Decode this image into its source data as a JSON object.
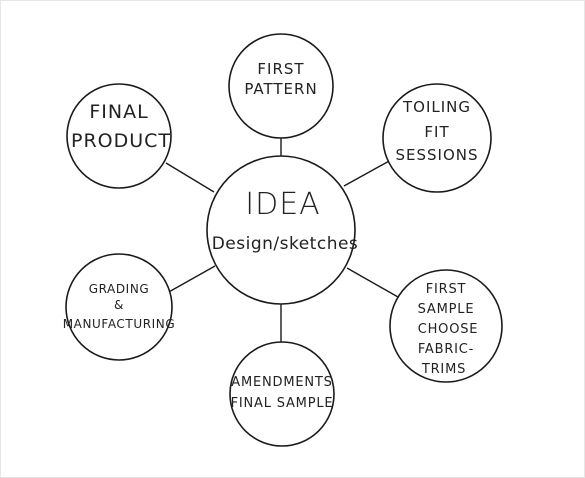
{
  "diagram": {
    "center": {
      "title": "IDEA",
      "subtitle": "Design/sketches"
    },
    "nodes": {
      "first_pattern": [
        "FIRST",
        "PATTERN"
      ],
      "toiling_fit_sessions": [
        "TOILING",
        "FIT",
        "SESSIONS"
      ],
      "first_sample": [
        "FIRST",
        "SAMPLE",
        "CHOOSE",
        "FABRIC-",
        "TRIMS"
      ],
      "amendments": [
        "AMENDMENTS",
        "FINAL SAMPLE"
      ],
      "grading": [
        "GRADING",
        "&",
        "MANUFACTURING"
      ],
      "final_product": [
        "FINAL",
        "PRODUCT"
      ]
    },
    "colors": {
      "stroke": "#1a1a1a",
      "text": "#222222",
      "background": "#ffffff"
    }
  }
}
